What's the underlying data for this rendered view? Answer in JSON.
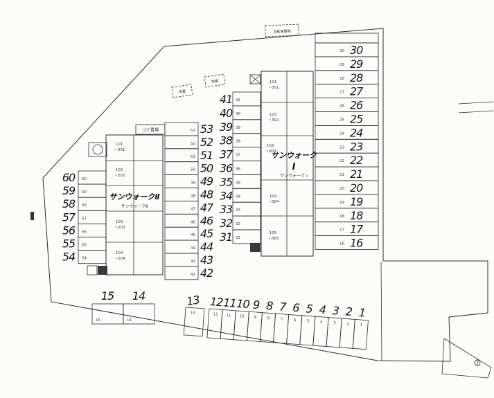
{
  "buildings": [
    {
      "name_handwritten": "サンウォークⅡ",
      "name_printed": "サンウォークⅡ",
      "units": [
        [
          "101",
          "~201"
        ],
        [
          "102",
          "~202"
        ],
        [
          "103",
          "~203"
        ],
        [
          "104",
          "~204"
        ]
      ]
    },
    {
      "name_handwritten": "サンウォーク",
      "name_numeral": "Ⅰ",
      "name_printed": "サンウォーク Ⅰ",
      "units": [
        [
          "101",
          "~301"
        ],
        [
          "102",
          "~302"
        ],
        [
          "103",
          "~303"
        ],
        [
          "104",
          "~304"
        ],
        [
          "105",
          "~305"
        ]
      ]
    }
  ],
  "annotations": {
    "bike_shed": "自転車置場",
    "storage_a": "物置",
    "storage_b": "物置",
    "garbage": "ゴミ置場"
  },
  "stalls": {
    "left": [
      "60",
      "59",
      "58",
      "57",
      "56",
      "55",
      "54"
    ],
    "inner_left": [
      "53",
      "52",
      "51",
      "50",
      "49",
      "48",
      "47",
      "46",
      "45",
      "44",
      "43",
      "42"
    ],
    "inner_right": [
      "41",
      "40",
      "39",
      "38",
      "37",
      "36",
      "35",
      "34",
      "33",
      "32",
      "31"
    ],
    "right": [
      "30",
      "29",
      "28",
      "27",
      "26",
      "25",
      "24",
      "23",
      "22",
      "21",
      "20",
      "19",
      "18",
      "17",
      "16"
    ],
    "bottom": [
      "12",
      "11",
      "10",
      "9",
      "8",
      "7",
      "6",
      "5",
      "4",
      "3",
      "2",
      "1"
    ],
    "bottom_side": [
      "13"
    ],
    "bottom_left": [
      "15",
      "14"
    ]
  }
}
